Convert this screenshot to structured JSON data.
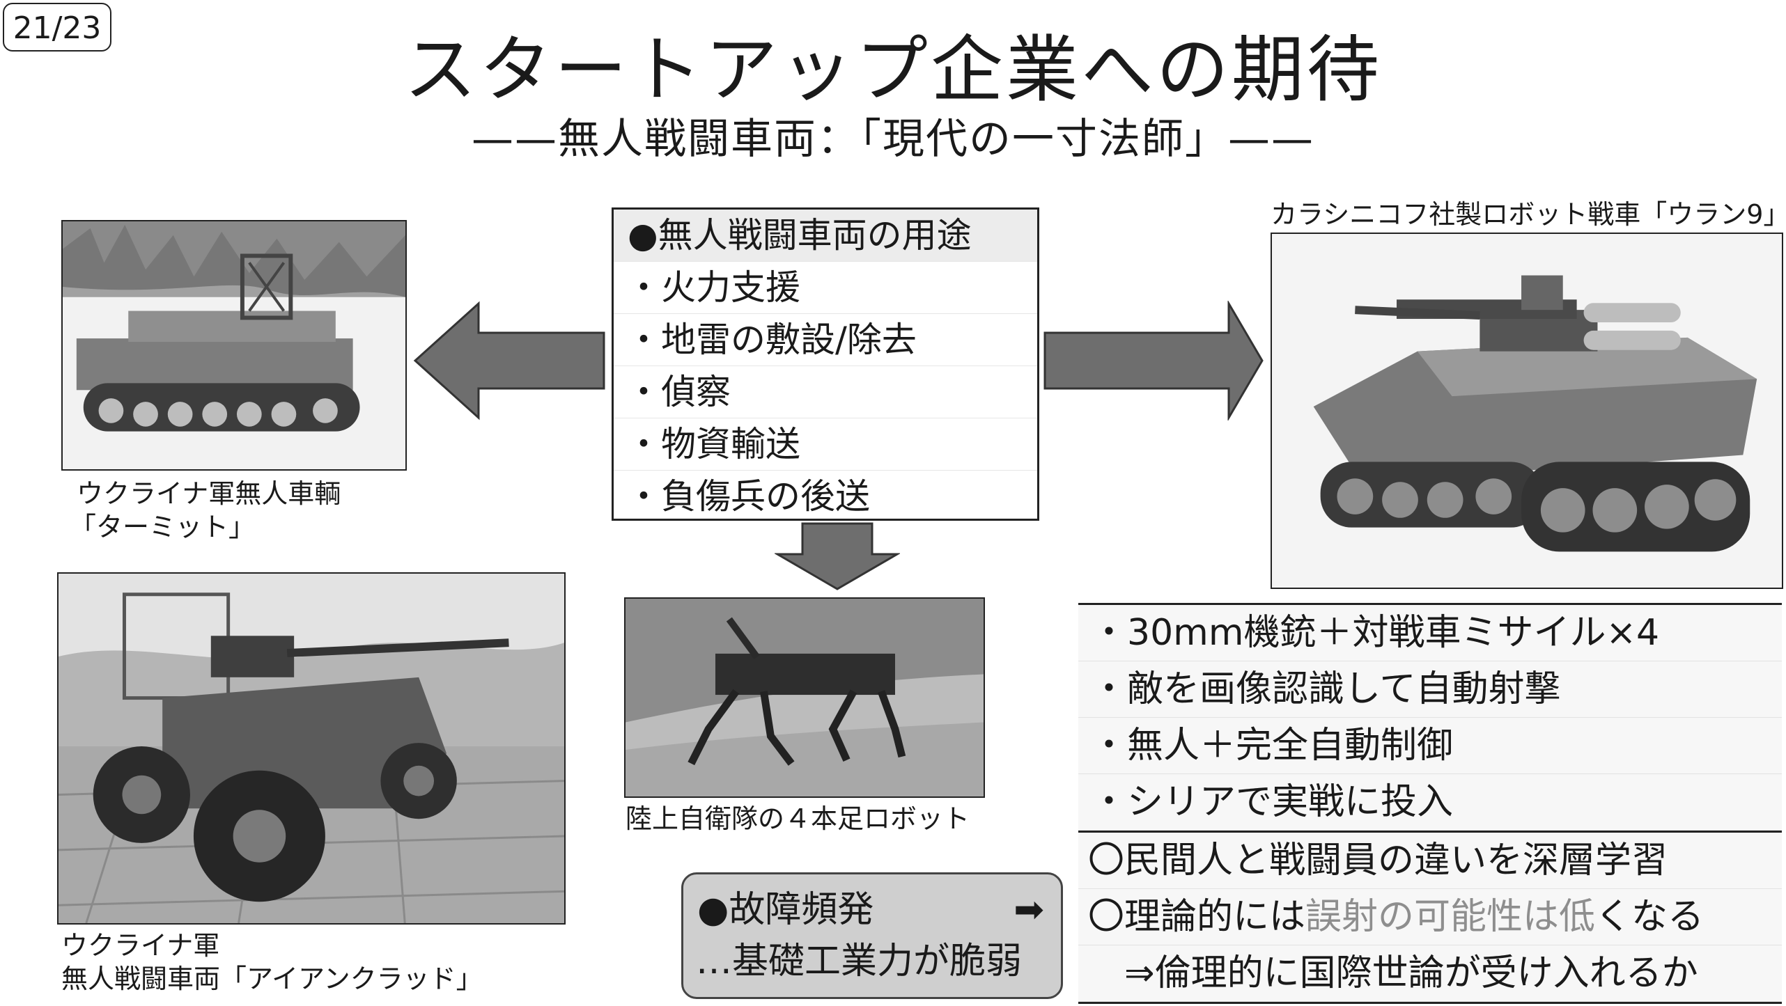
{
  "page_number": "21/23",
  "title": "スタートアップ企業への期待",
  "subtitle": "——無人戦闘車両：「現代の一寸法師」——",
  "left_top": {
    "caption_line1": "ウクライナ軍無人車輌",
    "caption_line2": "「ターミット」"
  },
  "left_bottom": {
    "caption_line1": "ウクライナ軍",
    "caption_line2": "無人戦闘車両「アイアンクラッド」"
  },
  "center_bottom": {
    "caption": "陸上自衛隊の４本足ロボット"
  },
  "right_top": {
    "caption": "カラシニコフ社製ロボット戦車「ウラン9」"
  },
  "usage": {
    "heading": "●無人戦闘車両の用途",
    "items": [
      "・火力支援",
      "・地雷の敷設/除去",
      "・偵察",
      "・物資輸送",
      "・負傷兵の後送"
    ]
  },
  "specs": {
    "items": [
      "・30mm機銃＋対戦車ミサイル×4",
      "・敵を画像認識して自動射撃",
      "・無人＋完全自動制御",
      "・シリアで実戦に投入"
    ],
    "note1": "〇民間人と戦闘員の違いを深層学習",
    "note2_a": "〇理論的には",
    "note2_b": "誤射の可能性は低",
    "note2_c": "くなる",
    "note3": "⇒倫理的に国際世論が受け入れるか"
  },
  "issue": {
    "line1": "●故障頻発",
    "arrow": "➡",
    "line2": "…基礎工業力が脆弱"
  },
  "colors": {
    "arrow_fill": "#6e6e6e",
    "issue_bg": "#cfcfcf",
    "muted_text": "#8e8e8e"
  }
}
